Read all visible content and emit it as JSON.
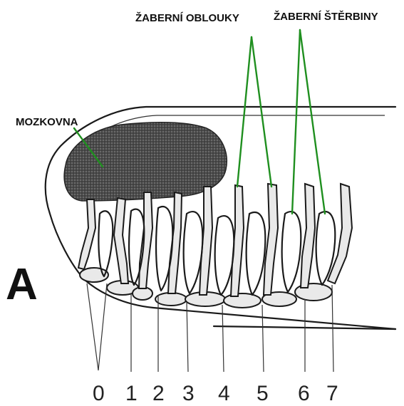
{
  "labels": {
    "gill_arches": "ŽABERNÍ OBLOUKY",
    "gill_slits": "ŽABERNÍ ŠTĚRBINY",
    "braincase": "MOZKOVNA",
    "panel": "A"
  },
  "segment_numbers": [
    "0",
    "1",
    "2",
    "3",
    "4",
    "5",
    "6",
    "7"
  ],
  "colors": {
    "leader_lines": "#1f8f1f",
    "braincase_fill": "#3a3a3a",
    "ink": "#1a1a1a"
  }
}
